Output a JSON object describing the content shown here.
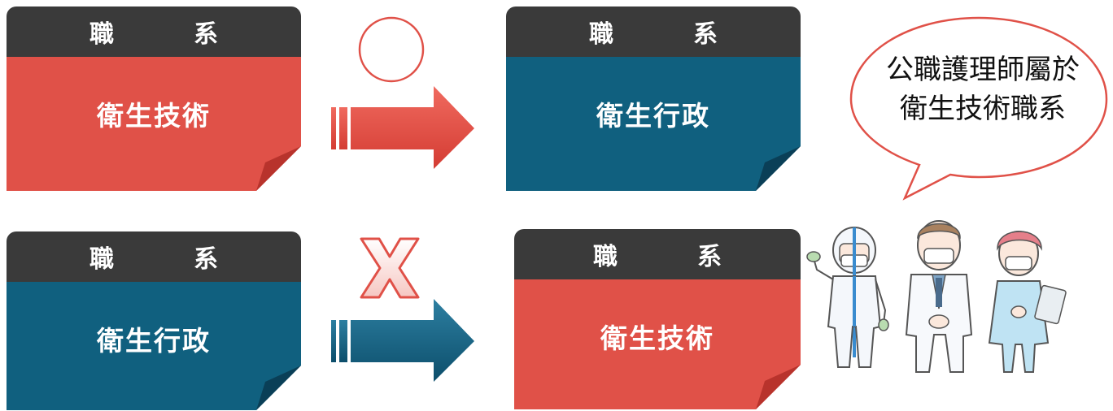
{
  "colors": {
    "red": "#e05148",
    "red_dark": "#b8332c",
    "blue": "#10607f",
    "blue_dark": "#0a3f57",
    "header": "#3a3a3a"
  },
  "header_label": "職　系",
  "top_left": {
    "body": "衛生技術"
  },
  "top_right": {
    "body": "衛生行政"
  },
  "bottom_left": {
    "body": "衛生行政"
  },
  "bottom_right": {
    "body": "衛生技術"
  },
  "top_mark": {
    "icon": "circle-icon",
    "meaning": "allowed"
  },
  "bottom_mark": {
    "icon": "x-icon",
    "meaning": "not-allowed"
  },
  "bubble": {
    "line1": "公職護理師屬於",
    "line2": "衛生技術職系"
  },
  "illustration": {
    "icon": "medical-staff-illustration"
  }
}
